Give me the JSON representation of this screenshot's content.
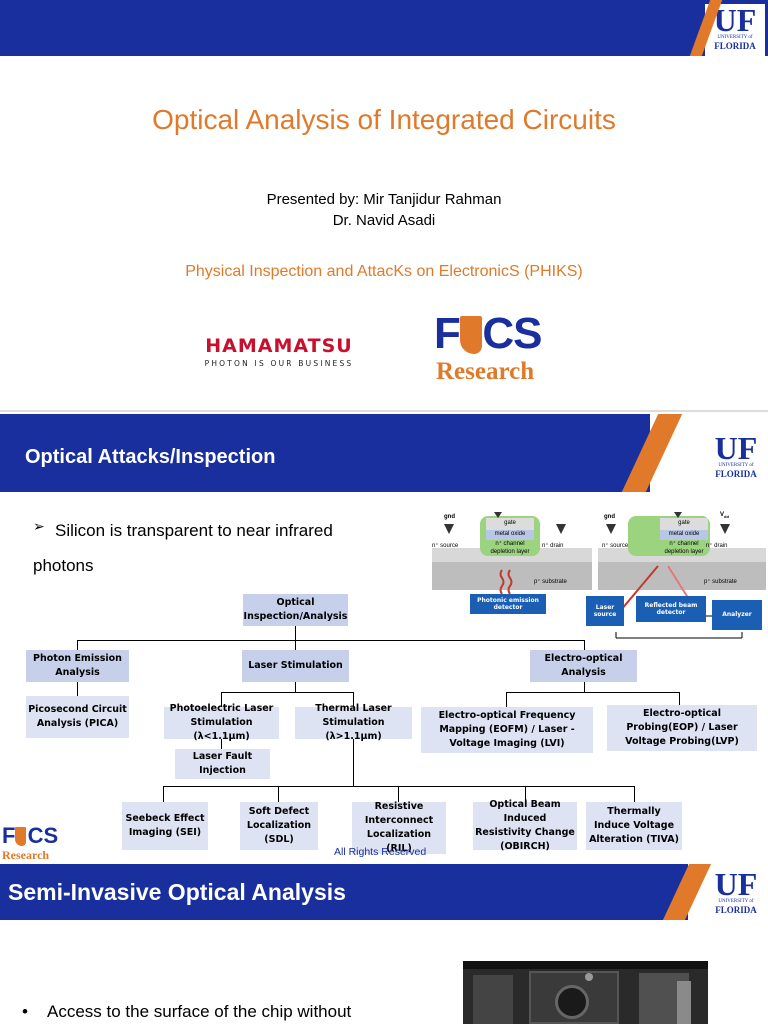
{
  "slide1": {
    "title": "Optical Analysis of Integrated Circuits",
    "presenter_line1": "Presented by: Mir Tanjidur Rahman",
    "presenter_line2": "Dr. Navid Asadi",
    "group": "Physical Inspection and AttacKs on ElectronicS (PHIKS)",
    "hamamatsu_name": "HAMAMATSU",
    "hamamatsu_tagline": "PHOTON IS OUR BUSINESS",
    "fics_letters": "F  CS",
    "fics_research": "Research"
  },
  "uf_logo": {
    "letters": "UF",
    "university": "UNIVERSITY of",
    "florida": "FLORIDA"
  },
  "slide2": {
    "title": "Optical Attacks/Inspection",
    "bullet": "Silicon is transparent to near infrared photons",
    "footer": "All Rights Reserved",
    "diagram": {
      "gnd_left": "gnd",
      "gnd_right": "gnd",
      "vdd": "V",
      "vdd_sub": "dd",
      "gate": "gate",
      "metal_oxide": "metal oxide",
      "n_channel": "n⁺ channel",
      "depletion_layer": "depletion layer",
      "n_source": "n⁺ source",
      "n_drain": "n⁺ drain",
      "p_substrate": "p⁺ substrate",
      "photonic_detector": "Photonic emission detector",
      "laser_source": "Laser source",
      "reflected_detector": "Reflected beam detector",
      "analyzer": "Analyzer"
    },
    "chart": {
      "root": "Optical Inspection/Analysis",
      "photon_emission": "Photon Emission Analysis",
      "pica": "Picosecond Circuit Analysis (PICA)",
      "laser_stimulation": "Laser Stimulation",
      "photoelectric": "Photoelectric Laser Stimulation (λ<1.1μm)",
      "thermal": "Thermal Laser Stimulation (λ>1.1μm)",
      "laser_fault": "Laser Fault Injection",
      "electro_optical": "Electro-optical Analysis",
      "eofm": "Electro-optical Frequency Mapping (EOFM) / Laser -Voltage Imaging (LVI)",
      "eop": "Electro-optical Probing(EOP) / Laser Voltage Probing(LVP)",
      "sei": "Seebeck Effect Imaging (SEI)",
      "sdl": "Soft Defect Localization (SDL)",
      "ril": "Resistive Interconnect Localization (RIL)",
      "obirch": "Optical Beam Induced Resistivity Change (OBIRCH)",
      "tiva": "Thermally Induce Voltage Alteration (TIVA)"
    }
  },
  "slide3": {
    "title": "Semi-Invasive Optical Analysis",
    "bullet": "Access to the surface of the chip without"
  },
  "colors": {
    "banner": "#1a2f9e",
    "orange": "#e07a2a",
    "box": "#c7d0ea"
  }
}
